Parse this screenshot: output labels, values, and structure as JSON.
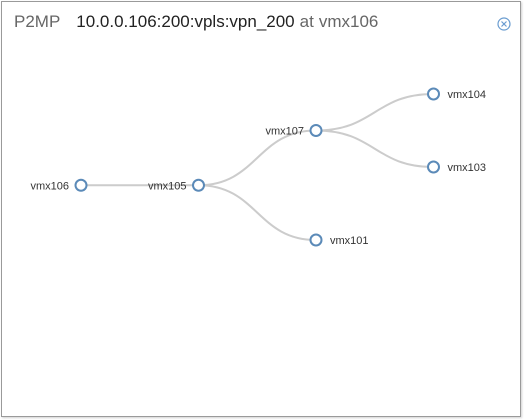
{
  "window": {
    "type_label": "P2MP",
    "identifier": "10.0.0.106:200:vpls:vpn_200",
    "at_label": "at",
    "at_node": "vmx106",
    "close_icon": "close-circle-icon"
  },
  "colors": {
    "node_stroke": "#5b8ab8",
    "link_stroke": "#cccccc",
    "text": "#333333",
    "close_icon": "#6a9cd0"
  },
  "tree": {
    "nodes": [
      {
        "id": "vmx106",
        "label": "vmx106"
      },
      {
        "id": "vmx105",
        "label": "vmx105"
      },
      {
        "id": "vmx107",
        "label": "vmx107"
      },
      {
        "id": "vmx101",
        "label": "vmx101"
      },
      {
        "id": "vmx104",
        "label": "vmx104"
      },
      {
        "id": "vmx103",
        "label": "vmx103"
      }
    ],
    "links": [
      {
        "source": "vmx106",
        "target": "vmx105"
      },
      {
        "source": "vmx105",
        "target": "vmx107"
      },
      {
        "source": "vmx105",
        "target": "vmx101"
      },
      {
        "source": "vmx107",
        "target": "vmx104"
      },
      {
        "source": "vmx107",
        "target": "vmx103"
      }
    ]
  }
}
